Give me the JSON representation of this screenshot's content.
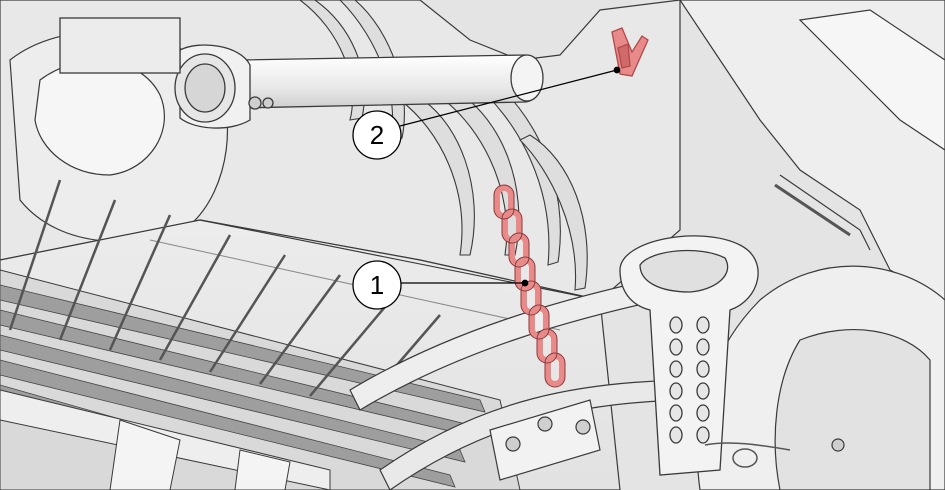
{
  "callouts": [
    {
      "label": "1",
      "part": "chain"
    },
    {
      "label": "2",
      "part": "hook"
    }
  ],
  "colors": {
    "highlight": "#e88a8a",
    "highlight_stroke": "#b04a4a",
    "metal_light": "#f1f1f1",
    "metal_mid": "#dcdcdc",
    "metal_dark": "#bdbdbd",
    "outline": "#3a3a3a"
  }
}
